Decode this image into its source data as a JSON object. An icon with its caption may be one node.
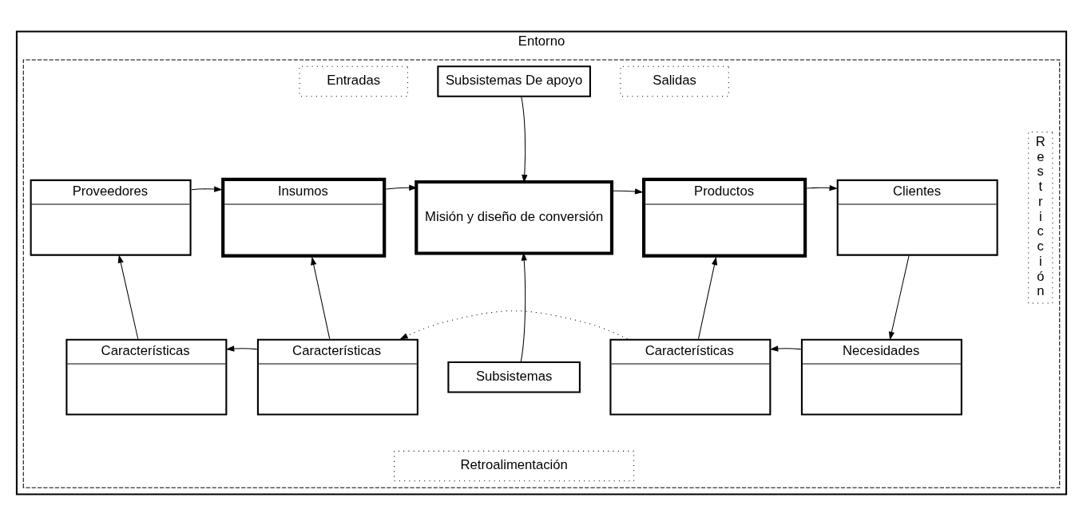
{
  "diagram": {
    "nodes": [
      {
        "text": [
          "Entorno"
        ]
      },
      {
        "text": [],
        "shape": "box",
        "in": 0
      },
      {
        "text": [
          "Entradas"
        ],
        "in": 1
      },
      {
        "text": [
          "Subsistemas De apoyo"
        ],
        "in": 1
      },
      {
        "text": [
          "Salidas"
        ],
        "in": 1
      },
      {
        "text": [
          "Proveedores"
        ],
        "in": 1
      },
      {
        "text": [
          "Insumos"
        ],
        "in": 1
      },
      {
        "text": [
          "Misión y diseño de conversión"
        ],
        "in": 1
      },
      {
        "text": [
          "Productos"
        ],
        "in": 1
      },
      {
        "text": [
          "Clientes"
        ],
        "in": 1
      },
      {
        "text": [
          "Restricción"
        ],
        "in": 1
      },
      {
        "text": [
          "Características"
        ],
        "in": 1
      },
      {
        "text": [
          "Características"
        ],
        "in": 1
      },
      {
        "text": [
          "Subsistemas"
        ],
        "in": 1
      },
      {
        "text": [
          "Características"
        ],
        "in": 1
      },
      {
        "text": [
          "Necesidades"
        ],
        "in": 1
      },
      {
        "text": [
          "Retroalimentación"
        ],
        "in": 1
      }
    ],
    "edges": [
      {
        "from": 5,
        "to": 6,
        "arrow": "to"
      },
      {
        "from": 6,
        "to": 7,
        "arrow": "to"
      },
      {
        "from": 3,
        "to": 7,
        "arrow": "to"
      },
      {
        "from": 7,
        "to": 8,
        "arrow": "to"
      },
      {
        "from": 8,
        "to": 9,
        "arrow": "to"
      },
      {
        "from": 11,
        "to": 5,
        "arrow": "to"
      },
      {
        "from": 12,
        "to": 6,
        "arrow": "to"
      },
      {
        "from": 13,
        "to": 7,
        "arrow": "to"
      },
      {
        "from": 14,
        "to": 8,
        "arrow": "to"
      },
      {
        "from": 9,
        "to": 15,
        "arrow": "to"
      },
      {
        "from": 12,
        "to": 11,
        "arrow": "to"
      },
      {
        "from": 15,
        "to": 14,
        "arrow": "to"
      },
      {
        "from": 14,
        "to": 12,
        "arrow": "to",
        "style": "dashed"
      }
    ]
  }
}
